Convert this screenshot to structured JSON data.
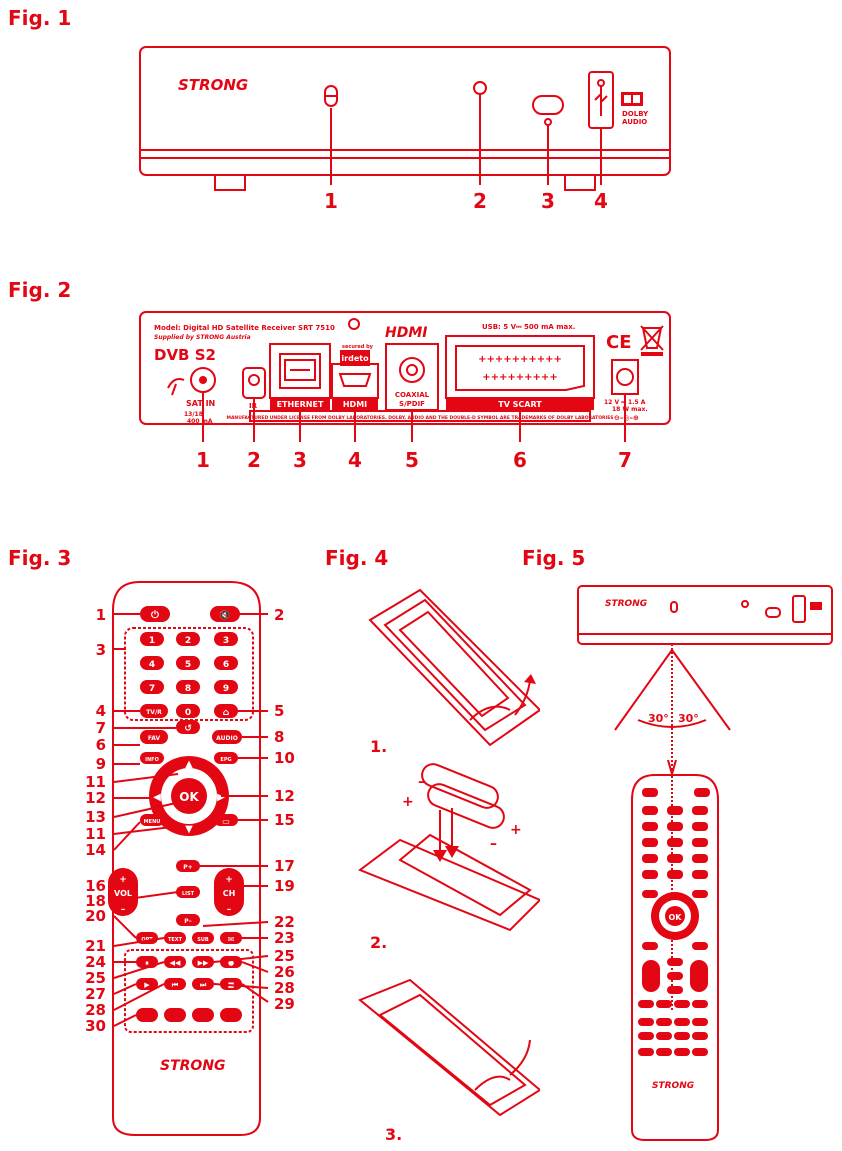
{
  "colors": {
    "accent": "#e30613",
    "background": "#ffffff"
  },
  "fig1": {
    "title": "Fig. 1",
    "brand": "STRONG",
    "dolby_top": "DOLBY",
    "dolby_bottom": "AUDIO",
    "callouts": [
      "1",
      "2",
      "3",
      "4"
    ]
  },
  "fig2": {
    "title": "Fig. 2",
    "model_line1": "Model: Digital HD Satellite Receiver SRT 7510",
    "model_line2": "Supplied by STRONG Austria",
    "dvb_logo": "DVB S2",
    "hdmi_logo": "HDMI",
    "secured_by": "secured by",
    "irdeto": "irdeto",
    "usb_rating": "USB: 5 V⎓ 500 mA max.",
    "ce_mark": "CE",
    "sat_in": "SAT IN",
    "sat_rating_1": "13/18",
    "sat_rating_2": "400 mA",
    "ir_label": "IR",
    "ethernet_label": "ETHERNET",
    "hdmi_port_label": "HDMI",
    "coaxial_1": "COAXIAL",
    "coaxial_2": "S/PDIF",
    "scart_label": "TV SCART",
    "power_rating_1": "12 V ⎓ 1.5 A",
    "power_rating_2": "18 W max.",
    "license_text": "MANUFACTURED UNDER LICENSE FROM DOLBY LABORATORIES. DOLBY, AUDIO AND THE DOUBLE-D SYMBOL ARE TRADEMARKS OF DOLBY LABORATORIES",
    "callouts": [
      "1",
      "2",
      "3",
      "4",
      "5",
      "6",
      "7"
    ]
  },
  "fig3": {
    "title": "Fig. 3",
    "brand": "STRONG",
    "buttons": {
      "tvr": "TV/R",
      "fav": "FAV",
      "audio": "AUDIO",
      "info": "INFO",
      "epg": "EPG",
      "ok": "OK",
      "menu": "MENU",
      "vol": "VOL",
      "ch": "CH",
      "list": "LIST",
      "p_plus": "P+",
      "p_minus": "P–",
      "opt": "OPT",
      "text": "TEXT",
      "sub": "SUB",
      "plus": "+",
      "minus": "–"
    },
    "digits": [
      "1",
      "2",
      "3",
      "4",
      "5",
      "6",
      "7",
      "8",
      "9",
      "0"
    ],
    "callouts_left": [
      "1",
      "3",
      "4",
      "7",
      "6",
      "9",
      "11",
      "12",
      "13",
      "11",
      "14",
      "16",
      "18",
      "20",
      "21",
      "24",
      "25",
      "27",
      "28",
      "30"
    ],
    "callouts_right": [
      "2",
      "5",
      "8",
      "10",
      "12",
      "15",
      "17",
      "19",
      "22",
      "23",
      "25",
      "26",
      "28",
      "29"
    ]
  },
  "fig4": {
    "title": "Fig. 4",
    "steps": [
      "1.",
      "2.",
      "3."
    ],
    "plus": "+",
    "minus": "–"
  },
  "fig5": {
    "title": "Fig. 5",
    "brand": "STRONG",
    "angle_left": "30°",
    "angle_right": "30°"
  }
}
